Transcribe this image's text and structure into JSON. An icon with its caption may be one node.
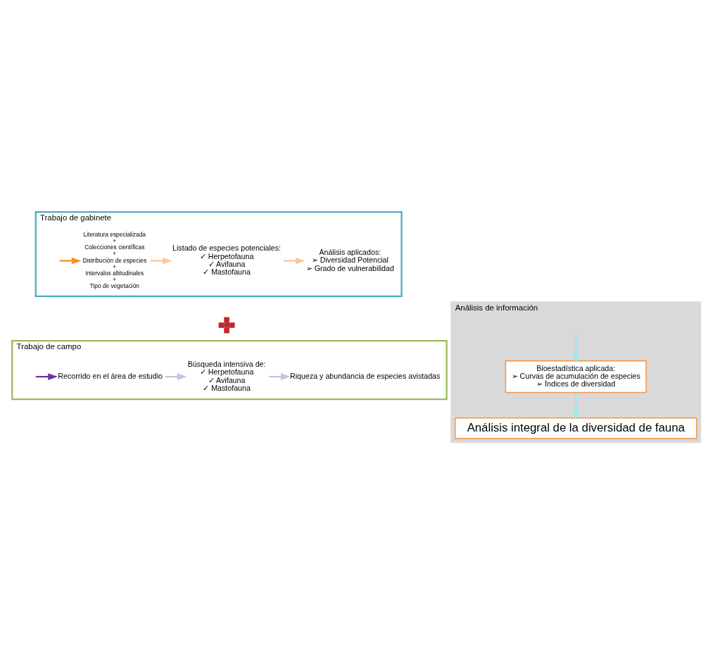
{
  "diagram": {
    "nodes": [
      {
        "text": [
          "Trabajo de gabinete"
        ]
      },
      {
        "text": [
          "Literatura especializada",
          "+",
          "Colecciones científicas",
          "+",
          "Distribución de especies",
          "+",
          "Intervalos altitudinales",
          "+",
          "Tipo de vegetación"
        ],
        "in": 0
      },
      {
        "text": [
          "Listado de especies potenciales:",
          "✓ Herpetofauna",
          "✓ Avifauna",
          "✓ Mastofauna"
        ],
        "in": 0
      },
      {
        "text": [
          "Análisis aplicados:",
          "➢ Diversidad Potencial",
          "➢ Grado de vulnerabilidad"
        ],
        "in": 0
      },
      {
        "text": [],
        "shape": "cross"
      },
      {
        "text": [
          "Trabajo de campo"
        ]
      },
      {
        "text": [
          "Recorrido en el área de estudio"
        ],
        "in": 5
      },
      {
        "text": [
          "Búsqueda intensiva de:",
          "✓ Herpetofauna",
          "✓ Avifauna",
          "✓ Mastofauna"
        ],
        "in": 5
      },
      {
        "text": [
          "Riqueza y abundancia de especies avistadas"
        ],
        "in": 5
      },
      {
        "text": [
          "Análisis de información"
        ]
      },
      {
        "text": [
          "Bioestadística aplicada:",
          "➢ Curvas de acumulación de especies",
          "➢ Índices de diversidad"
        ],
        "in": 9
      },
      {
        "text": [
          "Análisis integral de la diversidad de fauna"
        ],
        "in": 9
      }
    ],
    "edges": [
      {
        "from": null,
        "to": 1,
        "arrow": "to",
        "color": "#f7901e"
      },
      {
        "from": 1,
        "to": 2,
        "arrow": "to",
        "color": "#fbc89a"
      },
      {
        "from": 2,
        "to": 3,
        "arrow": "to",
        "color": "#fbc89a"
      },
      {
        "from": null,
        "to": 6,
        "arrow": "to",
        "color": "#7030a0"
      },
      {
        "from": 6,
        "to": 7,
        "arrow": "to",
        "color": "#ccc0e0"
      },
      {
        "from": 7,
        "to": 8,
        "arrow": "to",
        "color": "#ccc0e0"
      },
      {
        "from": null,
        "to": 10,
        "arrow": "to",
        "color": "#9be7f3"
      },
      {
        "from": 10,
        "to": 11,
        "arrow": "to",
        "color": "#9be7f3"
      }
    ]
  }
}
